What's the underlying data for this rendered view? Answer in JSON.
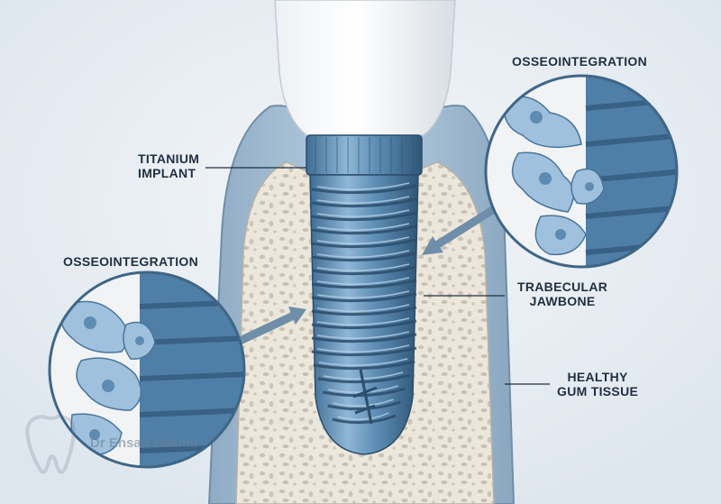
{
  "labels": {
    "titanium_implant": [
      "TITANIUM",
      "IMPLANT"
    ],
    "osseo_top": "OSSEOINTEGRATION",
    "osseo_left": "OSSEOINTEGRATION",
    "trabecular_jawbone": [
      "TRABECULAR",
      "JAWBONE"
    ],
    "healthy_gum": [
      "HEALTHY",
      "GUM TISSUE"
    ]
  },
  "watermark": "Dr Ehsan Hakimi",
  "colors": {
    "background": "#e9eef3",
    "gum": "#a9c2d8",
    "bone": "#ede8dc",
    "implant": "#5f8fb6",
    "label": "#1f2f40"
  }
}
